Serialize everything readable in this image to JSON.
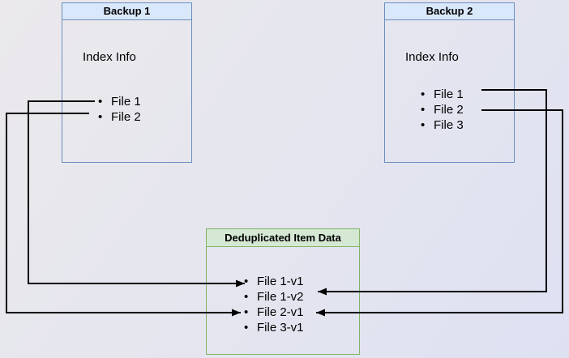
{
  "backup1": {
    "title": "Backup 1",
    "label": "Index Info",
    "items": [
      "File 1",
      "File 2"
    ]
  },
  "backup2": {
    "title": "Backup 2",
    "label": "Index Info",
    "items": [
      "File 1",
      "File 2",
      "File 3"
    ]
  },
  "dedup": {
    "title": "Deduplicated Item Data",
    "items": [
      "File 1-v1",
      "File 1-v2",
      "File 2-v1",
      "File 3-v1"
    ]
  },
  "connections": [
    {
      "from": "Backup 1 / File 1",
      "to": "Deduplicated Item Data / File 1-v1",
      "side": "left"
    },
    {
      "from": "Backup 1 / File 2",
      "to": "Deduplicated Item Data / File 2-v1",
      "side": "left"
    },
    {
      "from": "Backup 2 / File 1",
      "to": "Deduplicated Item Data / File 1-v2",
      "side": "right"
    },
    {
      "from": "Backup 2 / File 2",
      "to": "Deduplicated Item Data / File 2-v1",
      "side": "right"
    }
  ],
  "colors": {
    "blue-border": "#6c8ebf",
    "blue-header-fill": "#dae8fc",
    "green-border": "#82b366",
    "green-header-fill": "#d5e8d4",
    "connector": "#000000",
    "text": "#000000",
    "bg-start": "#ebe9ec",
    "bg-mid": "#e4e5ef",
    "bg-end": "#dee1f2"
  }
}
